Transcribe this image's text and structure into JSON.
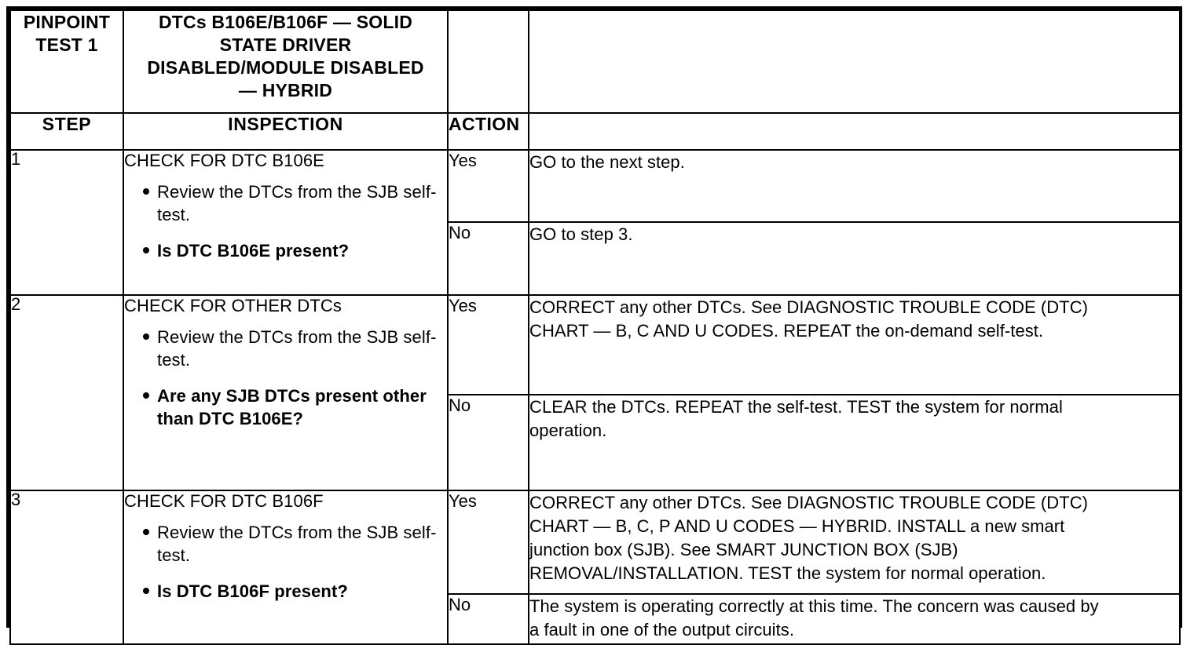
{
  "document": {
    "type": "pinpoint-test-table"
  },
  "header": {
    "test_label_line1": "PINPOINT",
    "test_label_line2": "TEST 1",
    "title_line1": "DTCs B106E/B106F — SOLID",
    "title_line2": "STATE DRIVER",
    "title_line3": "DISABLED/MODULE DISABLED",
    "title_line4": "— HYBRID"
  },
  "columns": {
    "step": "STEP",
    "inspection": "INSPECTION",
    "action": "ACTION",
    "result": ""
  },
  "steps": [
    {
      "number": "1",
      "inspection_title": "CHECK FOR DTC B106E",
      "bullets": [
        {
          "text": "Review the DTCs from the SJB self-test.",
          "bold": false
        },
        {
          "text": "Is DTC B106E present?",
          "bold": true
        }
      ],
      "outcomes": [
        {
          "answer": "Yes",
          "action_lines": [
            "GO to the next step."
          ]
        },
        {
          "answer": "No",
          "action_lines": [
            "GO to step 3."
          ]
        }
      ]
    },
    {
      "number": "2",
      "inspection_title": "CHECK FOR OTHER DTCs",
      "bullets": [
        {
          "text": "Review the DTCs from the SJB self-test.",
          "bold": false
        },
        {
          "text": "Are any SJB DTCs present other than DTC B106E?",
          "bold": true
        }
      ],
      "outcomes": [
        {
          "answer": "Yes",
          "action_lines": [
            "CORRECT any other DTCs. See DIAGNOSTIC TROUBLE CODE (DTC)",
            "CHART — B, C AND U CODES. REPEAT the on-demand self-test."
          ]
        },
        {
          "answer": "No",
          "action_lines": [
            "CLEAR the DTCs. REPEAT the self-test. TEST the system for normal",
            "operation."
          ]
        }
      ]
    },
    {
      "number": "3",
      "inspection_title": "CHECK FOR DTC B106F",
      "bullets": [
        {
          "text": "Review the DTCs from the SJB self-test.",
          "bold": false
        },
        {
          "text": "Is DTC B106F present?",
          "bold": true
        }
      ],
      "outcomes": [
        {
          "answer": "Yes",
          "action_lines": [
            "CORRECT any other DTCs. See DIAGNOSTIC TROUBLE CODE (DTC)",
            "CHART — B, C, P AND U CODES — HYBRID. INSTALL a new smart",
            "junction box (SJB). See SMART JUNCTION BOX (SJB)",
            "REMOVAL/INSTALLATION. TEST the system for normal operation."
          ]
        },
        {
          "answer": "No",
          "action_lines": [
            "The system is operating correctly at this time. The concern was caused by",
            "a fault in one of the output circuits."
          ]
        }
      ]
    }
  ],
  "colors": {
    "ink": "#000000",
    "paper": "#ffffff"
  }
}
